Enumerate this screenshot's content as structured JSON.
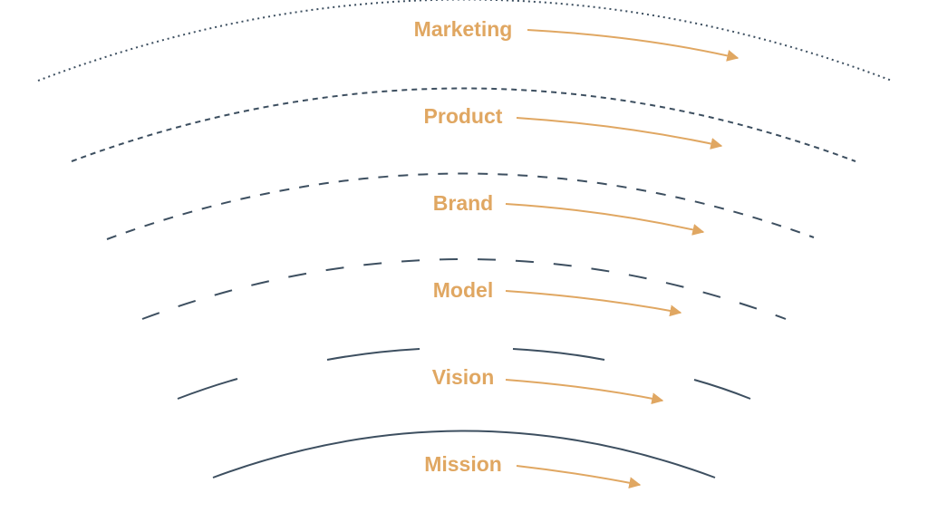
{
  "colors": {
    "arc": "#3d4f60",
    "label": "#e0a762",
    "arrow": "#e0a762",
    "background": "#ffffff"
  },
  "layers": [
    {
      "id": "marketing",
      "label": "Marketing",
      "line_style": "dotted"
    },
    {
      "id": "product",
      "label": "Product",
      "line_style": "short-dashed"
    },
    {
      "id": "brand",
      "label": "Brand",
      "line_style": "dashed"
    },
    {
      "id": "model",
      "label": "Model",
      "line_style": "long-dashed"
    },
    {
      "id": "vision",
      "label": "Vision",
      "line_style": "broken"
    },
    {
      "id": "mission",
      "label": "Mission",
      "line_style": "solid"
    }
  ]
}
